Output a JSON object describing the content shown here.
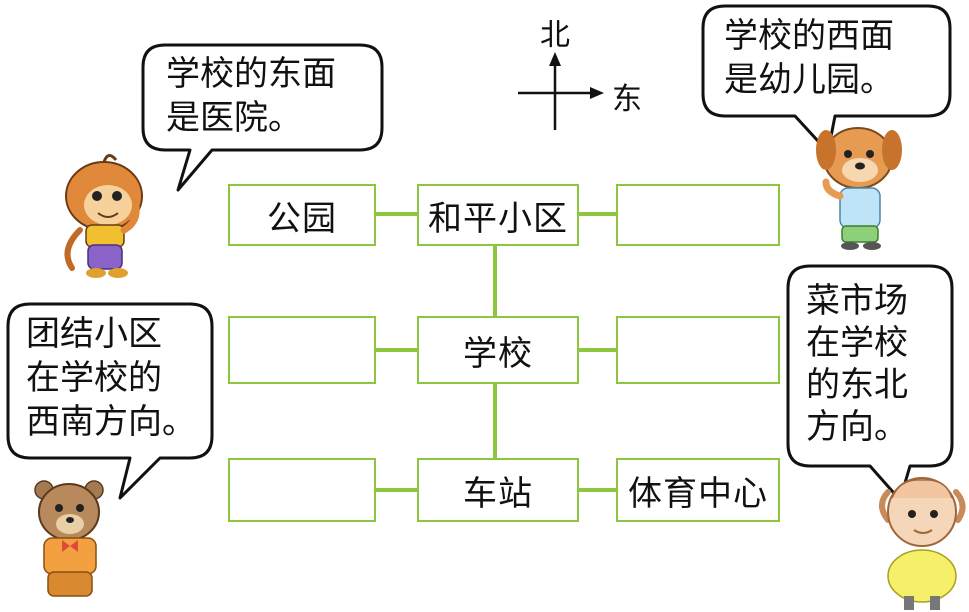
{
  "compass": {
    "north": "北",
    "east": "东"
  },
  "grid": {
    "row1": {
      "west": "公园",
      "center": "和平小区",
      "east": ""
    },
    "row2": {
      "west": "",
      "center": "学校",
      "east": ""
    },
    "row3": {
      "west": "",
      "center": "车站",
      "east": "体育中心"
    }
  },
  "bubbles": {
    "monkey": "学校的东面\n是医院。",
    "dog": "学校的西面\n是幼儿园。",
    "bear": "团结小区\n在学校的\n西南方向。",
    "sheep": "菜市场\n在学校\n的东北\n方向。"
  },
  "colors": {
    "connector": "#8cc63f",
    "cell_border": "#8cc63f",
    "text": "#111111"
  }
}
